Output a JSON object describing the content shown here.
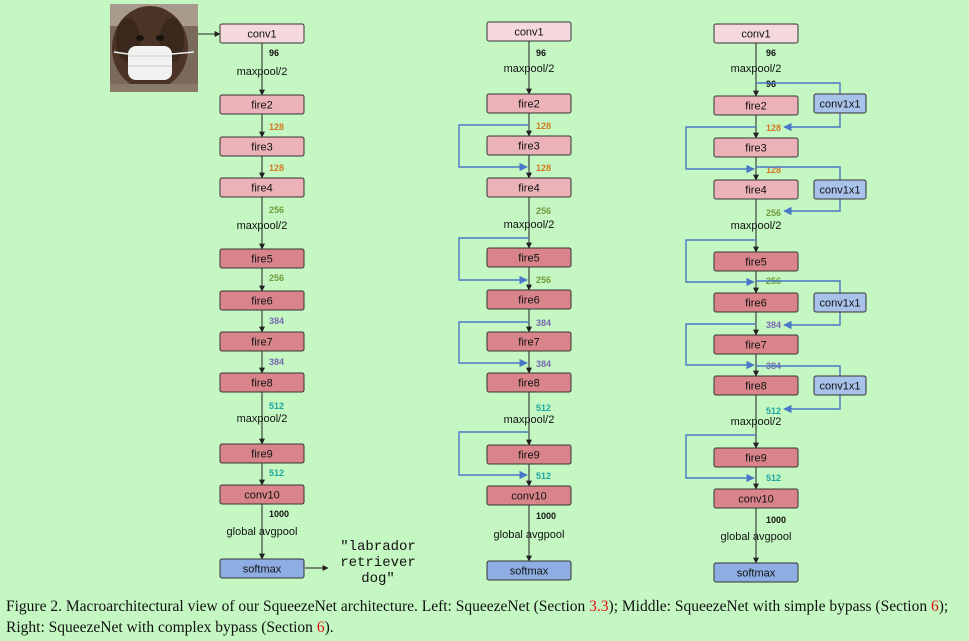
{
  "colors": {
    "background": "#c5f7c3",
    "conv1": "#f6d9dd",
    "fire_light": "#ebb2b8",
    "fire_dark": "#d8848a",
    "softmax": "#8eaee3",
    "conv1x1": "#a9c2ea",
    "bypass": "#4a78c8",
    "ch96": "#111111",
    "ch128": "#d07a20",
    "ch256": "#6f9a3a",
    "ch384": "#7668b0",
    "ch512": "#1ea7a0",
    "ch1000": "#111111",
    "caption_ref": "#e01010"
  },
  "image": {
    "icon": "dog-in-face-mask-photo"
  },
  "columns": [
    {
      "id": "left",
      "blocks": [
        "conv1",
        "fire2",
        "fire3",
        "fire4",
        "fire5",
        "fire6",
        "fire7",
        "fire8",
        "fire9",
        "conv10",
        "softmax"
      ],
      "channels": [
        "96",
        "128",
        "128",
        "256",
        "256",
        "384",
        "384",
        "512",
        "512",
        "1000"
      ],
      "pools": [
        "maxpool/2",
        "maxpool/2",
        "maxpool/2",
        "global avgpool"
      ]
    },
    {
      "id": "middle",
      "blocks": [
        "conv1",
        "fire2",
        "fire3",
        "fire4",
        "fire5",
        "fire6",
        "fire7",
        "fire8",
        "fire9",
        "conv10",
        "softmax"
      ],
      "channels": [
        "96",
        "128",
        "128",
        "256",
        "256",
        "384",
        "384",
        "512",
        "512",
        "1000"
      ],
      "pools": [
        "maxpool/2",
        "maxpool/2",
        "maxpool/2",
        "global avgpool"
      ]
    },
    {
      "id": "right",
      "blocks": [
        "conv1",
        "fire2",
        "fire3",
        "fire4",
        "fire5",
        "fire6",
        "fire7",
        "fire8",
        "fire9",
        "conv10",
        "softmax"
      ],
      "channels": [
        "96",
        "96",
        "128",
        "128",
        "256",
        "256",
        "384",
        "384",
        "512",
        "512",
        "1000"
      ],
      "pools": [
        "maxpool/2",
        "maxpool/2",
        "maxpool/2",
        "global avgpool"
      ],
      "bypass_blocks": [
        "conv1x1",
        "conv1x1",
        "conv1x1",
        "conv1x1"
      ]
    }
  ],
  "prediction": [
    "\"labrador",
    "retriever",
    "dog\""
  ],
  "caption": {
    "p1": "Figure 2. Macroarchitectural view of our SqueezeNet architecture. Left: SqueezeNet (Section ",
    "ref1": "3.3",
    "p2": "); Middle: SqueezeNet with simple bypass (Section ",
    "ref2": "6",
    "p3": "); Right: SqueezeNet with complex bypass (Section ",
    "ref3": "6",
    "p4": ")."
  }
}
